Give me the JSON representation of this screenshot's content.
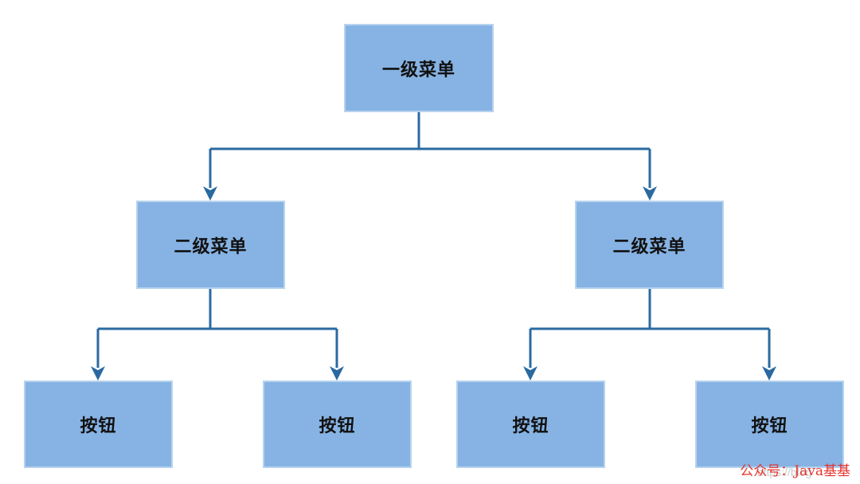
{
  "diagram": {
    "root": {
      "label": "一级菜单"
    },
    "level2": [
      {
        "label": "二级菜单"
      },
      {
        "label": "二级菜单"
      }
    ],
    "buttons": [
      {
        "label": "按钮"
      },
      {
        "label": "按钮"
      },
      {
        "label": "按钮"
      },
      {
        "label": "按钮"
      }
    ]
  },
  "colors": {
    "node_fill": "#86b3e3",
    "node_border": "#b7d3ef",
    "connector": "#2a6aa1",
    "watermark_text": "#e8332f"
  },
  "watermark": {
    "url_text": "https://blog",
    "account_text": "公众号：Java基基"
  }
}
